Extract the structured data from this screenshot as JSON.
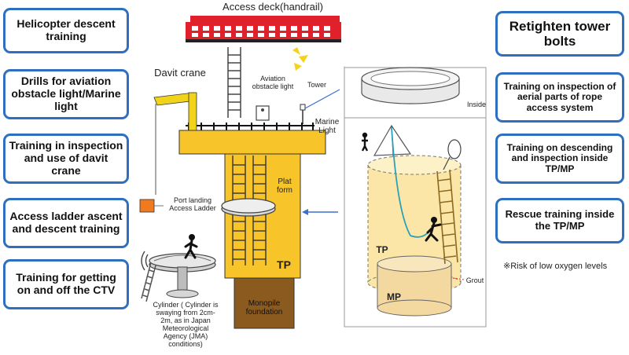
{
  "left_boxes": [
    "Helicopter descent training",
    "Drills for aviation obstacle light/Marine light",
    "Training in inspection and use of davit crane",
    "Access ladder ascent and descent training",
    "Training for getting on and off the CTV"
  ],
  "right_boxes": [
    "Retighten tower bolts",
    "Training on inspection of aerial parts of rope access system",
    "Training on descending and inspection inside TP/MP",
    "Rescue training inside the TP/MP"
  ],
  "labels": {
    "access_deck": "Access deck(handrail)",
    "davit_crane": "Davit crane",
    "aviation_light": "Aviation obstacle light",
    "tower": "Tower",
    "marine_light": "Marine Light",
    "platform": "Plat form",
    "tp": "TP",
    "monopile": "Monopile foundation",
    "port_landing": "Port landing Access Ladder",
    "cylinder_note": "Cylinder ( Cylinder is swaying from 2cm-2m, as in Japan Meteorological Agency (JMA) conditions)",
    "inside": "Inside",
    "tp_inner": "TP",
    "mp_inner": "MP",
    "grout": "Grout",
    "oxygen_note": "※Risk of low oxygen levels"
  },
  "colors": {
    "box_border": "#2f6fc0",
    "tower_yellow": "#f7c52a",
    "deck_red": "#e0202a",
    "monopile_brown": "#8b5a1e",
    "cylinder_fill": "#fbe6a8",
    "mp_fill": "#f3d8a0"
  }
}
